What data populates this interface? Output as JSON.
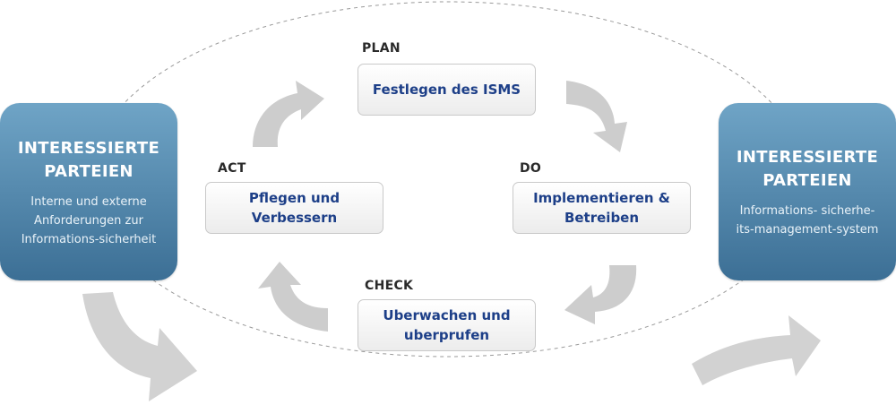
{
  "left_party": {
    "title_line1": "INTERESSIERTE",
    "title_line2": "PARTEIEN",
    "desc_line1": "Interne und externe",
    "desc_line2": "Anforderungen zur",
    "desc_line3": "Informations-sicherheit"
  },
  "right_party": {
    "title_line1": "INTERESSIERTE",
    "title_line2": "PARTEIEN",
    "desc_line1": "Informations- sicherhe-",
    "desc_line2": "its-management-system"
  },
  "phases": {
    "plan": {
      "label": "PLAN",
      "line1": "Festlegen des ISMS"
    },
    "do": {
      "label": "DO",
      "line1": "Implementieren &",
      "line2": "Betreiben"
    },
    "check": {
      "label": "CHECK",
      "line1": "Uberwachen und",
      "line2": "uberprufen"
    },
    "act": {
      "label": "ACT",
      "line1": "Pflegen und",
      "line2": "Verbessern"
    }
  },
  "colors": {
    "party_box_top": "#6fa4c6",
    "party_box_bottom": "#3c6f95",
    "step_text": "#1d3f88",
    "arrow": "#c8c8c8"
  },
  "icons": [
    "cycle-arrow",
    "curved-flow-arrow"
  ]
}
